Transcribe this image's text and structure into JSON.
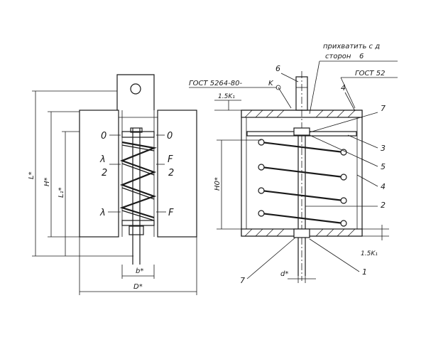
{
  "left_view": {
    "level_labels": {
      "zero_left": "0",
      "zero_right": "0",
      "lambda2_left": "λ",
      "lambda2_left_div": "2",
      "f2_right": "F",
      "f2_right_div": "2",
      "lambda_left": "λ",
      "f_right": "F"
    },
    "dimensions": {
      "L": "L*",
      "H": "H*",
      "L1": "L₁*",
      "b": "b*",
      "D": "D*"
    }
  },
  "right_view": {
    "notes": {
      "gost_left": "ГОСТ 5264-80-",
      "weld_k": "K",
      "gost_right": "ГОСТ 52",
      "weld_note_line1": "прихватить с д",
      "weld_note_line2": "сторон",
      "weld_six": "6"
    },
    "dimensions": {
      "top_k": "1.5K₁",
      "bottom_k": "1.5K₁",
      "h0": "H0*",
      "d": "d*"
    },
    "callouts": [
      "6",
      "4",
      "7",
      "3",
      "5",
      "4",
      "2",
      "7",
      "1"
    ]
  }
}
